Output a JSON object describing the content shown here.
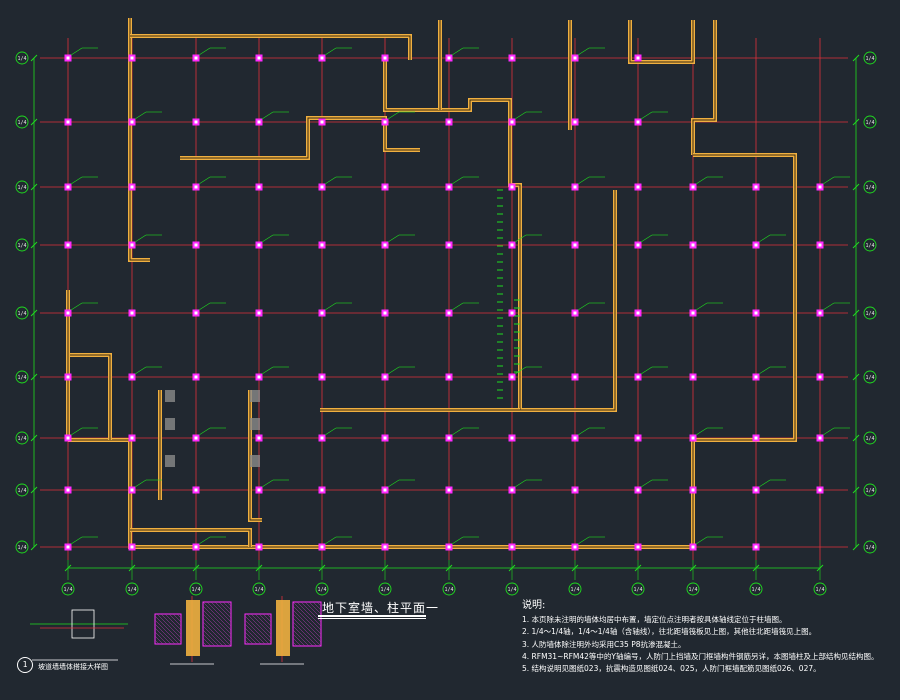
{
  "colors": {
    "background": "#212830",
    "axis": "#e0303a",
    "wall": "#f0b040",
    "column": "#ff2bff",
    "dimension": "#1fdc1f",
    "text": "#ffffff",
    "label": "#e8e8e8"
  },
  "plan": {
    "title": "地下室墙、柱平面一",
    "grid_rows": [
      "1/4",
      "1/4",
      "1/4",
      "1/4",
      "1/4",
      "1/4",
      "1/4",
      "1/4",
      "1/4"
    ],
    "grid_cols": [
      "1/4",
      "1/4",
      "1/4",
      "1/4",
      "1/4",
      "1/4",
      "1/4",
      "1/4",
      "1/4",
      "1/4",
      "1/4",
      "1/4",
      "1/4"
    ]
  },
  "notes": {
    "heading": "说明:",
    "items": [
      "1. 本页除未注明的墙体均居中布置，墙定位点注明者按具体轴线定位于柱墙图。",
      "2. 1/4～1/4轴，1/4～1/4轴（含轴线），往北距墙筏板见上图，其他往北距墙筏见上图。",
      "3. 人防墙体除注明外均采用C35 P8抗渗混凝土。",
      "4. RFM31~RFM42等中的Y轴编号，人防门上挡墙及门框墙构件钢筋另详，本图墙柱及上部结构见结构图。",
      "5. 结构说明见图纸023，抗震构造见图纸024、025，人防门框墙配筋见图纸026、027。"
    ]
  },
  "detail": {
    "number": "1",
    "caption": "坡道墙墙体搭接大样图"
  }
}
